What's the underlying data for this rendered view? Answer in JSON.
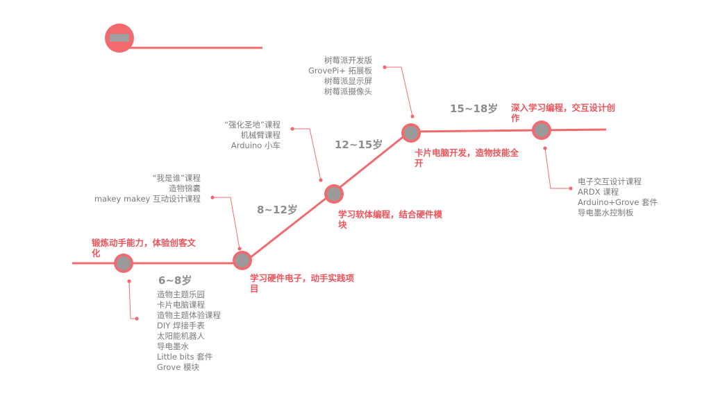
{
  "colors": {
    "line": "#f06a6e",
    "node_ring": "#f06a6e",
    "node_fill": "#9a9a9a",
    "goal_text": "#f0545a",
    "age_text": "#8c8c8c",
    "list_text": "#7a7a7a",
    "title_badge_fill": "#a0a0a0"
  },
  "stages": [
    {
      "age": "6~8岁",
      "goal": "锻炼动手能力，体验创客文化",
      "courses": [
        "造物主题乐园",
        "卡片电脑课程",
        "造物主题体验课程",
        "DIY 焊接手表",
        "太阳能机器人",
        "导电墨水",
        "Little bits 套件",
        "Grove 模块"
      ]
    },
    {
      "age": "8~12岁",
      "goal": "学习硬件电子，动手实践项目",
      "courses": [
        "“我是谁”课程",
        "造物锦囊",
        "makey makey 互动设计课程"
      ]
    },
    {
      "age": "12~15岁",
      "goal": "学习软体编程，结合硬件模块",
      "courses": [
        "“强化圣地”课程",
        "机械臂课程",
        "Arduino 小车"
      ]
    },
    {
      "age": "",
      "goal": "卡片电脑开发，造物技能全开",
      "courses": [
        "树莓派开发版",
        "GrovePi+ 拓展板",
        "树莓派显示屏",
        "树莓派摄像头"
      ]
    },
    {
      "age": "15~18岁",
      "goal": "深入学习编程，交互设计创作",
      "courses": [
        "电子交互设计课程",
        "ARDX 课程",
        "Arduino+Grove 套件",
        "导电墨水控制板"
      ]
    }
  ]
}
